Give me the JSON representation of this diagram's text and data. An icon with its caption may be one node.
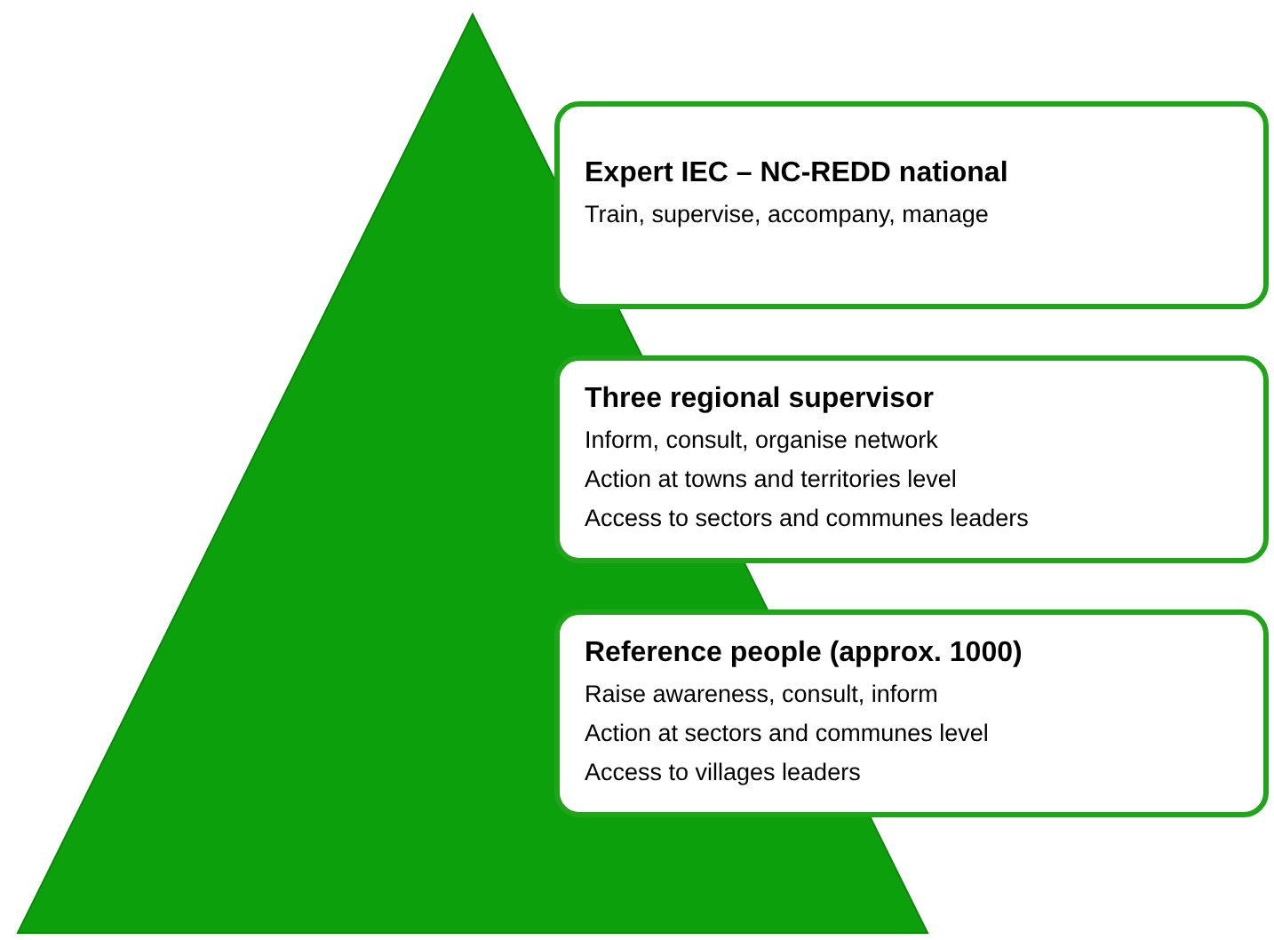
{
  "diagram": {
    "nodes": [
      {
        "text": [
          "Expert IEC – NC-REDD national",
          "Train, supervise, accompany, manage"
        ]
      },
      {
        "text": [
          "Three regional supervisor",
          "Inform, consult, organise network",
          "Action at towns and territories level",
          "Access to sectors and communes leaders"
        ]
      },
      {
        "text": [
          "Reference people (approx. 1000)",
          "Raise awareness, consult, inform",
          "Action at sectors and communes level",
          "Access to villages leaders"
        ]
      }
    ]
  }
}
